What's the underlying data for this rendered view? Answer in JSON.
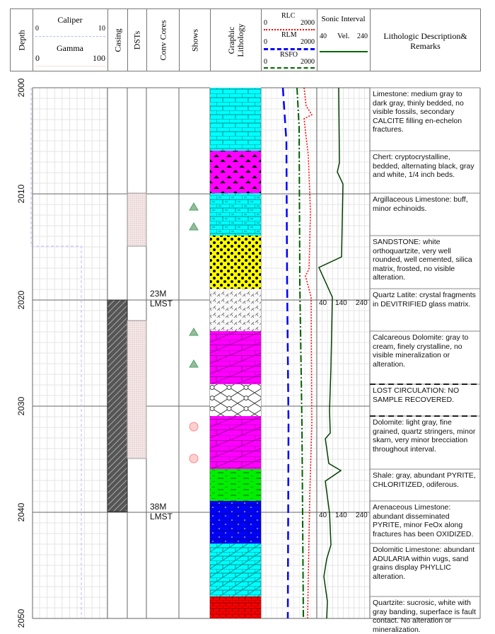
{
  "header": {
    "depth": "Depth",
    "caliper": {
      "label": "Caliper",
      "min": "0",
      "max": "10"
    },
    "gamma": {
      "label": "Gamma",
      "min": "0",
      "max": "100"
    },
    "casing": "Casing",
    "dsts": "DSTs",
    "conv_cores": "Conv Cores",
    "shows": "Shows",
    "graphic_lithology": "Graphic Lithology",
    "rlc": {
      "label": "RLC",
      "min": "0",
      "max": "2000"
    },
    "rlm": {
      "label": "RLM",
      "min": "0",
      "max": "2000"
    },
    "rsfo": {
      "label": "RSFO",
      "min": "0",
      "max": "2000"
    },
    "sonic": {
      "label": "Sonic Interval",
      "unit": "Vel.",
      "min": "40",
      "max": "240"
    },
    "description": "Lithologic Description& Remarks"
  },
  "depth_ticks": [
    "2000",
    "2010",
    "2020",
    "2030",
    "2040",
    "2050"
  ],
  "sonic_scale": [
    "40",
    "140",
    "240"
  ],
  "cores": [
    {
      "line1": "23M",
      "line2": "LMST"
    },
    {
      "line1": "38M",
      "line2": "LMST"
    }
  ],
  "colors": {
    "rlc": "#ff0000",
    "rlm": "#0000ff",
    "rsfo": "#006000",
    "sonic": "#004000"
  },
  "descriptions": [
    "Limestone: medium gray to dark gray, thinly bedded, no visible fossils, secondary CALCITE filling en-echelon fractures.",
    "Chert: cryptocrystalline, bedded, alternating black, gray and white, 1/4 inch beds.",
    "Argillaceous Limestone: buff, minor echinoids.",
    "SANDSTONE: white orthoquartzite, very well rounded, well cemented, silica matrix, frosted, no visible alteration.",
    "Quartz Latite: crystal fragments in DEVITRIFIED glass matrix.",
    "Calcareous Dolomite: gray to cream, finely crystalline, no visible mineralization or alteration.",
    "LOST CIRCULATION: NO SAMPLE RECOVERED.",
    "Dolomite: light gray, fine grained, quartz stringers, minor skarn, very minor brecciation throughout interval.",
    "Shale: gray, abundant PYRITE, CHLORITIZED, odiferous.",
    "Arenaceous Limestone: abundant disseminated PYRITE, minor FeOx along fractures has been OXIDIZED.",
    "Dolomitic Limestone: abundant ADULARIA within vugs, sand grains display PHYLLIC alteration.",
    "Quartzite: sucrosic, white with gray banding, superface is fault contact. No alteration or mineralization."
  ]
}
